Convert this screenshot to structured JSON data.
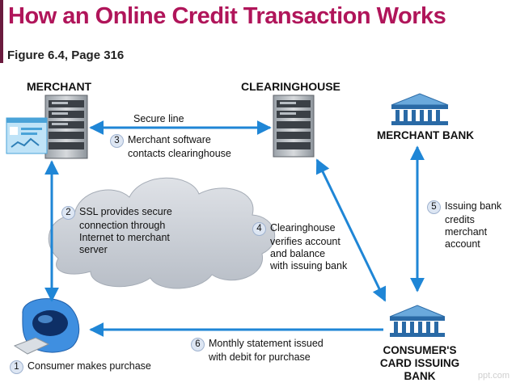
{
  "title": "How an Online Credit Transaction Works",
  "subtitle": "Figure 6.4, Page 316",
  "nodes": {
    "merchant": "MERCHANT",
    "clearinghouse": "CLEARINGHOUSE",
    "merchant_bank": "MERCHANT BANK",
    "consumer_bank_lines": [
      "CONSUMER'S",
      "CARD ISSUING",
      "BANK"
    ]
  },
  "secure_line": "Secure line",
  "steps": [
    {
      "num": "1",
      "lines": [
        "Consumer makes purchase"
      ]
    },
    {
      "num": "2",
      "lines": [
        "SSL provides secure",
        "connection through",
        "Internet to merchant",
        "server"
      ]
    },
    {
      "num": "3",
      "lines": [
        "Merchant software",
        "contacts clearinghouse"
      ]
    },
    {
      "num": "4",
      "lines": [
        "Clearinghouse",
        "verifies account",
        "and balance",
        "with issuing bank"
      ]
    },
    {
      "num": "5",
      "lines": [
        "Issuing bank",
        "credits",
        "merchant",
        "account"
      ]
    },
    {
      "num": "6",
      "lines": [
        "Monthly statement issued",
        "with debit for purchase"
      ]
    }
  ],
  "watermark": "ppt.com",
  "colors": {
    "title": "#b0155a",
    "arrow": "#1f86d6",
    "cloud": "#c9ced6"
  }
}
